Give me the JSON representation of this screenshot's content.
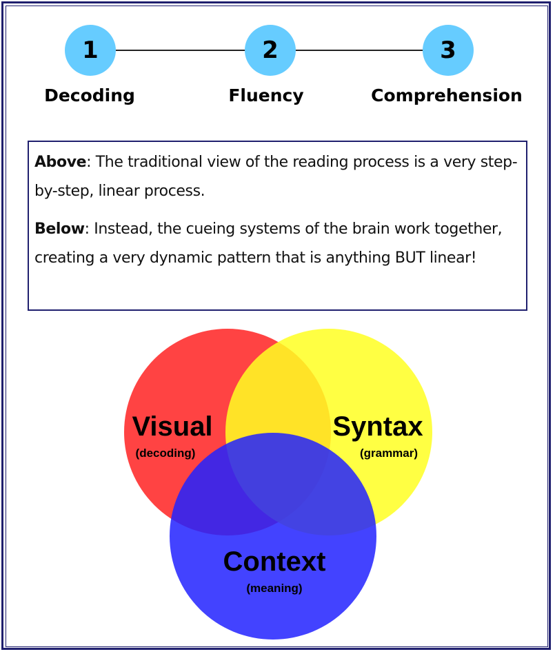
{
  "steps": [
    {
      "number": "1",
      "label": "Decoding"
    },
    {
      "number": "2",
      "label": "Fluency"
    },
    {
      "number": "3",
      "label": "Comprehension"
    }
  ],
  "explanation": {
    "above_label": "Above",
    "above_text": ": The traditional view of the reading process is a very step-by-step, linear process.",
    "below_label": "Below",
    "below_text": ": Instead, the cueing systems of the brain work together, creating a very dynamic pattern that is anything BUT linear!"
  },
  "venn": {
    "visual": {
      "title": "Visual",
      "subtitle": "(decoding)",
      "color": "#ff2222"
    },
    "syntax": {
      "title": "Syntax",
      "subtitle": "(grammar)",
      "color": "#ffff22"
    },
    "context": {
      "title": "Context",
      "subtitle": "(meaning)",
      "color": "#2222ff"
    }
  },
  "colors": {
    "step_circle": "#66ccff",
    "frame": "#1f1f6e"
  }
}
